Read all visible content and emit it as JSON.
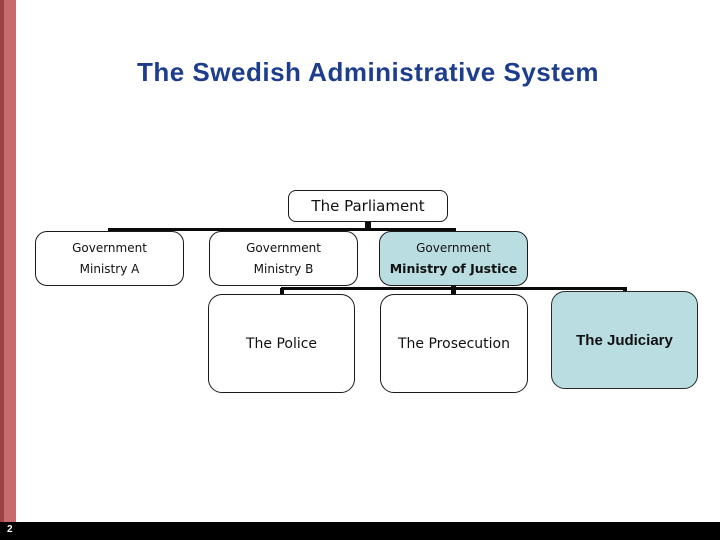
{
  "slide": {
    "title": "The Swedish Administrative System",
    "page_number": "2"
  },
  "colors": {
    "title_text": "#1d3d8d",
    "accent_bar_dark": "#9c4347",
    "accent_bar_light": "#c96b6e",
    "highlight_fill": "#badde2",
    "box_border": "#1a1a1a",
    "connector": "#0a0a0a",
    "footer_bg": "#000000",
    "footer_text": "#ffffff"
  },
  "org_chart": {
    "parliament": {
      "label": "The Parliament"
    },
    "ministries": [
      {
        "line1": "Government",
        "line2": "Ministry A",
        "highlighted": false
      },
      {
        "line1": "Government",
        "line2": "Ministry B",
        "highlighted": false
      },
      {
        "line1": "Government",
        "line2": "Ministry of Justice",
        "highlighted": true
      }
    ],
    "agencies": [
      {
        "label": "The Police",
        "highlighted": false
      },
      {
        "label": "The Prosecution",
        "highlighted": false
      },
      {
        "label": "The Judiciary",
        "highlighted": true
      }
    ]
  }
}
